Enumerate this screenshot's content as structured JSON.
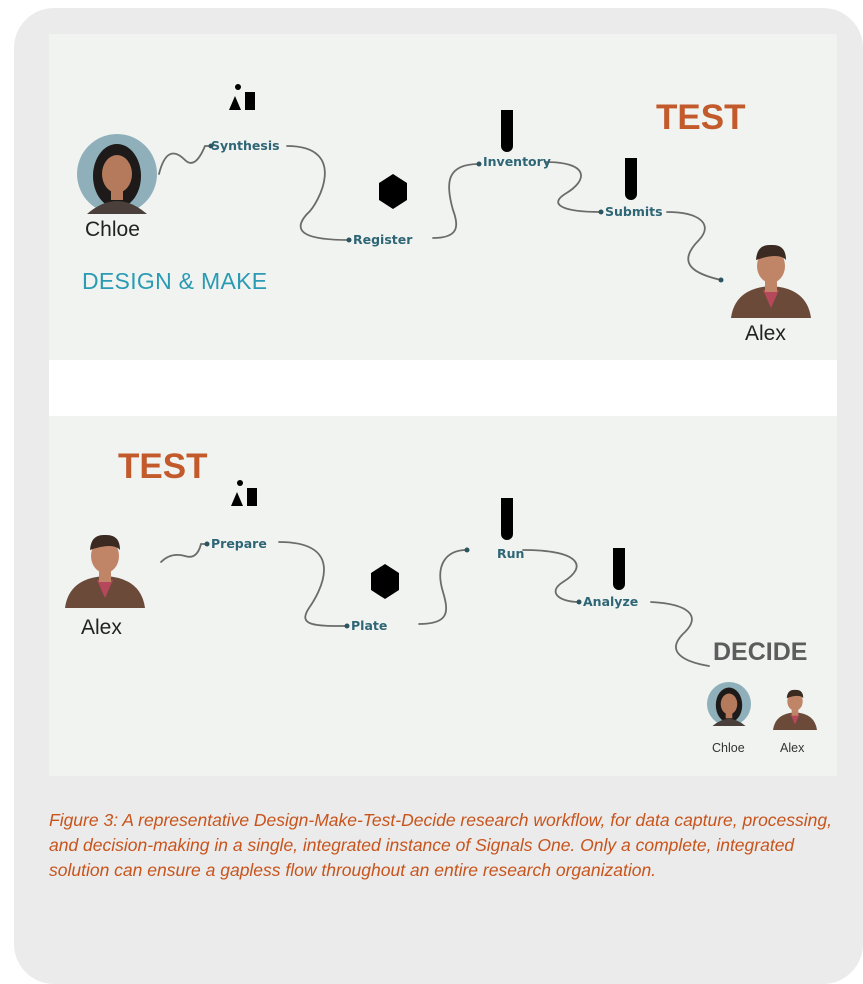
{
  "colors": {
    "card_background": "#ebebeb",
    "panel_background": "#f1f3f1",
    "test_label": "#c25a2c",
    "design_make_label": "#2a9bb3",
    "step_label": "#2e6676",
    "caption_text": "#c8541c"
  },
  "top_workflow": {
    "stage_left": "DESIGN & MAKE",
    "stage_right": "TEST",
    "start_person": {
      "name": "Chloe",
      "icon": "woman-avatar-icon"
    },
    "end_person": {
      "name": "Alex",
      "icon": "man-avatar-icon"
    },
    "steps": [
      {
        "label": "Synthesis",
        "icon": "lab-bench-icon"
      },
      {
        "label": "Register",
        "icon": "molecule-icon"
      },
      {
        "label": "Inventory",
        "icon": "test-tube-icon"
      },
      {
        "label": "Submits",
        "icon": "test-tube-icon"
      }
    ]
  },
  "bottom_workflow": {
    "stage_left": "TEST",
    "stage_right": "DECIDE",
    "start_person": {
      "name": "Alex",
      "icon": "man-avatar-icon"
    },
    "end_people": [
      {
        "name": "Chloe",
        "icon": "woman-avatar-icon"
      },
      {
        "name": "Alex",
        "icon": "man-avatar-icon"
      }
    ],
    "steps": [
      {
        "label": "Prepare",
        "icon": "lab-bench-icon"
      },
      {
        "label": "Plate",
        "icon": "molecule-icon"
      },
      {
        "label": "Run",
        "icon": "test-tube-icon"
      },
      {
        "label": "Analyze",
        "icon": "test-tube-icon"
      }
    ]
  },
  "caption": "Figure 3:  A representative Design-Make-Test-Decide research workflow, for data capture, processing, and decision-making in a single, integrated instance of Signals One. Only a complete, integrated solution can ensure a gapless flow throughout an entire research organization."
}
